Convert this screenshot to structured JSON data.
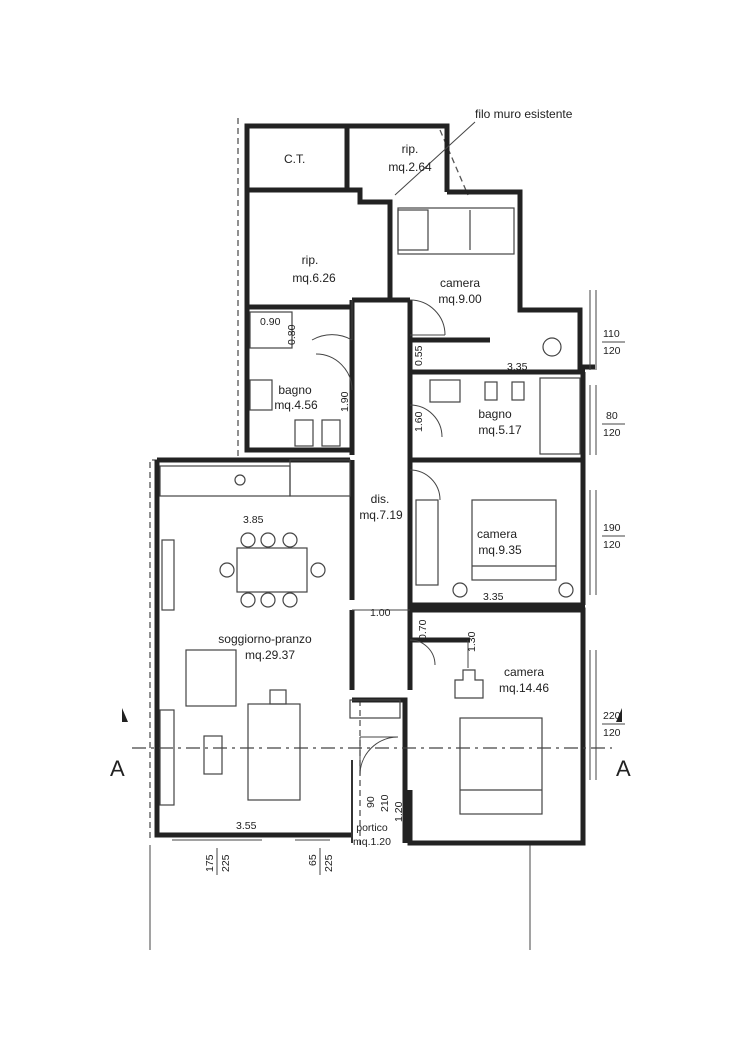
{
  "annotation": {
    "existing_wall": "filo muro esistente"
  },
  "rooms": {
    "ct": {
      "name": "C.T."
    },
    "rip_top": {
      "name": "rip.",
      "area": "mq.2.64"
    },
    "rip_left": {
      "name": "rip.",
      "area": "mq.6.26"
    },
    "camera1": {
      "name": "camera",
      "area": "mq.9.00"
    },
    "bagno1": {
      "name": "bagno",
      "area": "mq.4.56"
    },
    "bagno2": {
      "name": "bagno",
      "area": "mq.5.17"
    },
    "dis": {
      "name": "dis.",
      "area": "mq.7.19"
    },
    "camera2": {
      "name": "camera",
      "area": "mq.9.35"
    },
    "soggiorno": {
      "name": "soggiorno-pranzo",
      "area": "mq.29.37"
    },
    "camera3": {
      "name": "camera",
      "area": "mq.14.46"
    },
    "portico": {
      "name": "portico",
      "area": "mq.1.20"
    }
  },
  "dimensions": {
    "d_090": "0.90",
    "d_080": "0.80",
    "d_190": "1.90",
    "d_055": "0.55",
    "d_335_top": "3.35",
    "d_160": "1.60",
    "d_385": "3.85",
    "d_100": "1.00",
    "d_335_mid": "3.35",
    "d_070": "0.70",
    "d_130": "1.30",
    "d_355": "3.55",
    "d_120_port": "1.20",
    "d_90_port": "90",
    "d_210_port": "210"
  },
  "windows_right": [
    {
      "w": "110",
      "h": "120"
    },
    {
      "w": "80",
      "h": "120"
    },
    {
      "w": "190",
      "h": "120"
    },
    {
      "w": "220",
      "h": "120"
    }
  ],
  "windows_bottom": [
    {
      "w": "175",
      "h": "225"
    },
    {
      "w": "65",
      "h": "225"
    }
  ],
  "section": {
    "left": "A",
    "right": "A"
  }
}
